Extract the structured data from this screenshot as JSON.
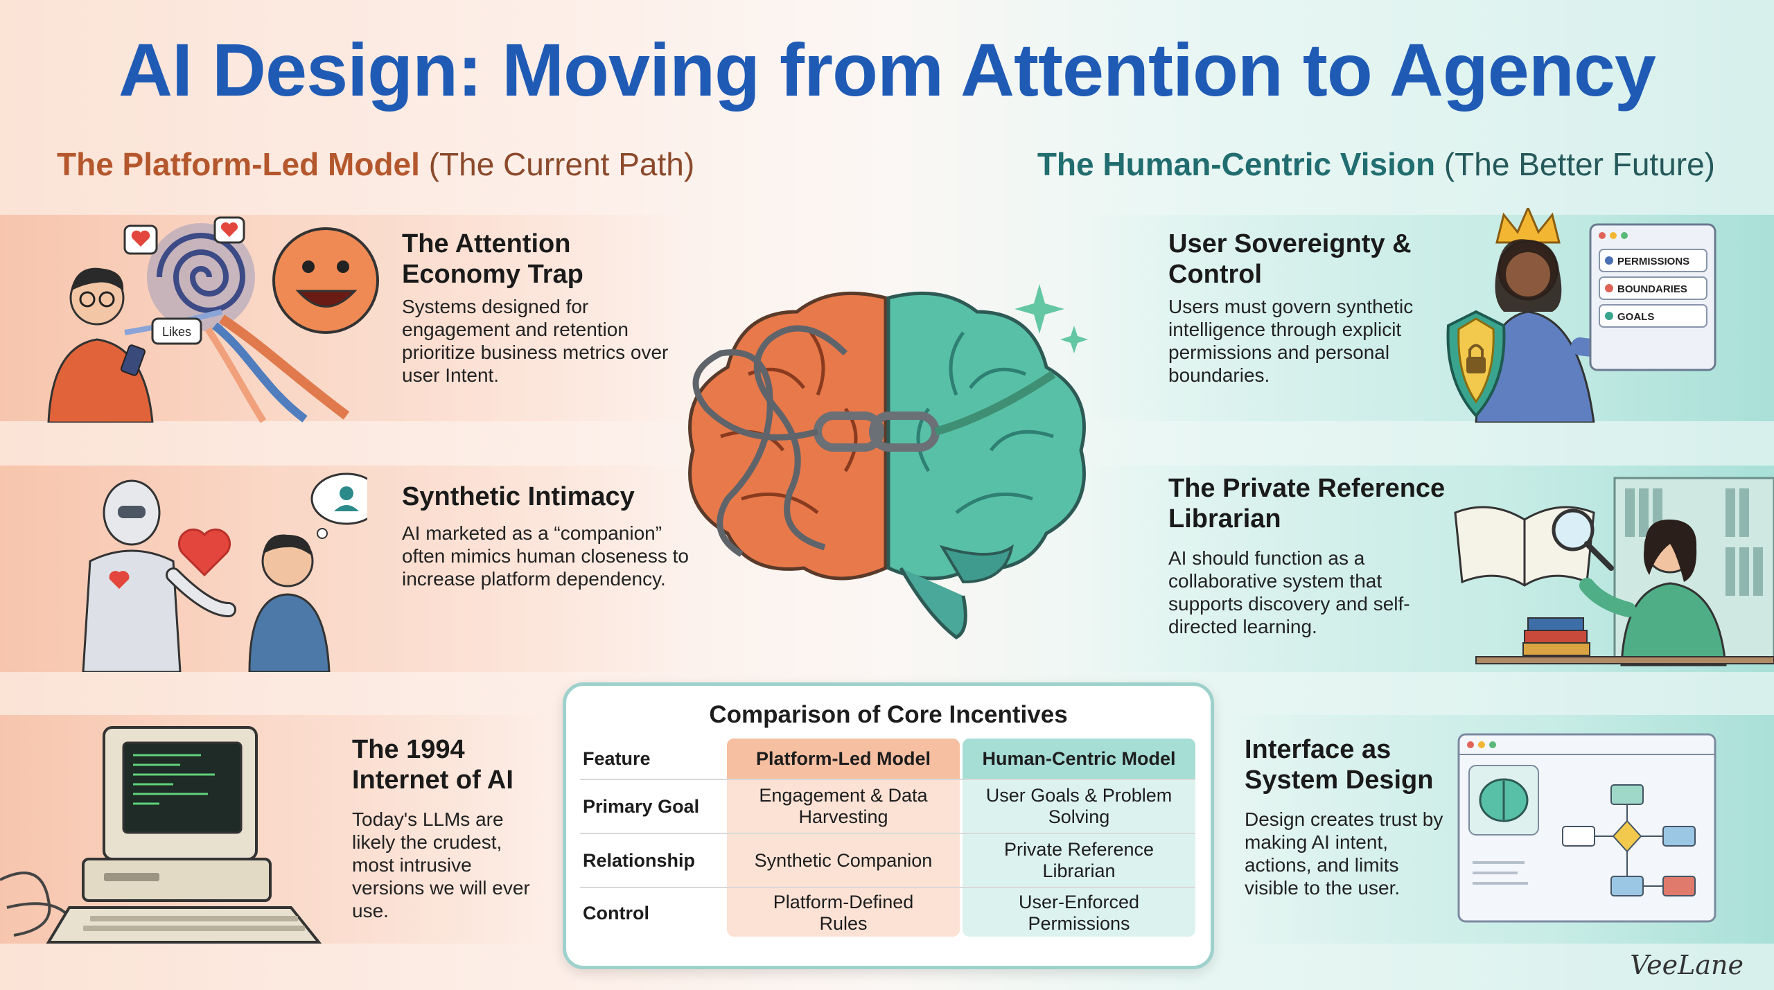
{
  "title": "AI Design: Moving from Attention to Agency",
  "left_heading": {
    "strong": "The Platform-Led Model",
    "light": "(The Current Path)"
  },
  "right_heading": {
    "strong": "The Human-Centric Vision",
    "light": "(The Better Future)"
  },
  "left_panels": [
    {
      "title": "The Attention Economy Trap",
      "body": "Systems designed for engagement and retention prioritize business metrics over user Intent."
    },
    {
      "title": "Synthetic Intimacy",
      "body": "AI marketed as a “companion” often mimics human closeness to increase platform dependency."
    },
    {
      "title": "The 1994 Internet of AI",
      "body": "Today's LLMs are likely the crudest, most intrusive versions we will ever use."
    }
  ],
  "right_panels": [
    {
      "title": "User Sovereignty & Control",
      "body": "Users must govern synthetic intelligence through explicit permissions and personal boundaries."
    },
    {
      "title": "The Private Reference Librarian",
      "body": "AI should function as a collaborative system that supports discovery and self-directed learning."
    },
    {
      "title": "Interface as System Design",
      "body": "Design creates trust by making AI intent, actions, and limits visible to the user."
    }
  ],
  "illustration_labels": {
    "likes": "Likes",
    "chips": [
      "PERMISSIONS",
      "BOUNDARIES",
      "GOALS"
    ]
  },
  "table": {
    "title": "Comparison of Core Incentives",
    "headers": [
      "Feature",
      "Platform-Led Model",
      "Human-Centric Model"
    ],
    "rows": [
      {
        "feature": "Primary Goal",
        "platform": "Engagement & Data Harvesting",
        "human": "User Goals & Problem Solving"
      },
      {
        "feature": "Relationship",
        "platform": "Synthetic Companion",
        "human": "Private Reference Librarian"
      },
      {
        "feature": "Control",
        "platform": "Platform-Defined Rules",
        "human": "User-Enforced Permissions"
      }
    ]
  },
  "signature": "VeeLane",
  "colors": {
    "title": "#1f5bb5",
    "left_accent": "#b4572c",
    "right_accent": "#216d6f"
  }
}
